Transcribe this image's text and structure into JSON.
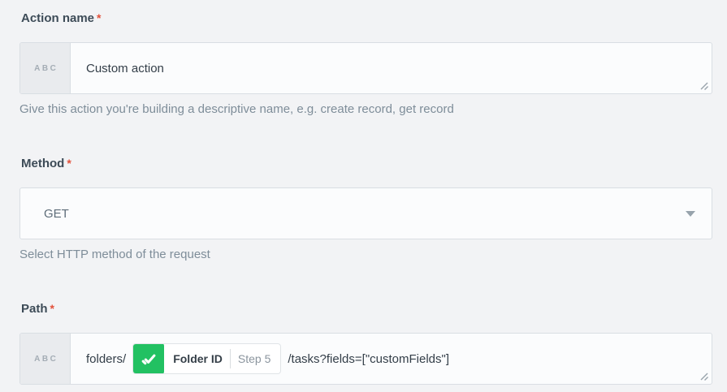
{
  "colors": {
    "page_background": "#f2f3f5",
    "field_background": "#fbfcfd",
    "field_border": "#d9dee3",
    "label_text": "#3d4b57",
    "helper_text": "#7e8d99",
    "required_marker": "#e2513b",
    "token_green": "#22c162"
  },
  "action_name": {
    "label": "Action name",
    "required_marker": "*",
    "type_badge": "ABC",
    "value": "Custom action",
    "helper": "Give this action you're building a descriptive name, e.g. create record, get record"
  },
  "method": {
    "label": "Method",
    "required_marker": "*",
    "value": "GET",
    "helper": "Select HTTP method of the request"
  },
  "path": {
    "label": "Path",
    "required_marker": "*",
    "type_badge": "ABC",
    "value_prefix": "folders/",
    "token": {
      "label": "Folder ID",
      "step": "Step 5",
      "icon": "checkmark-icon"
    },
    "value_suffix": "/tasks?fields=[\"customFields\"]"
  }
}
